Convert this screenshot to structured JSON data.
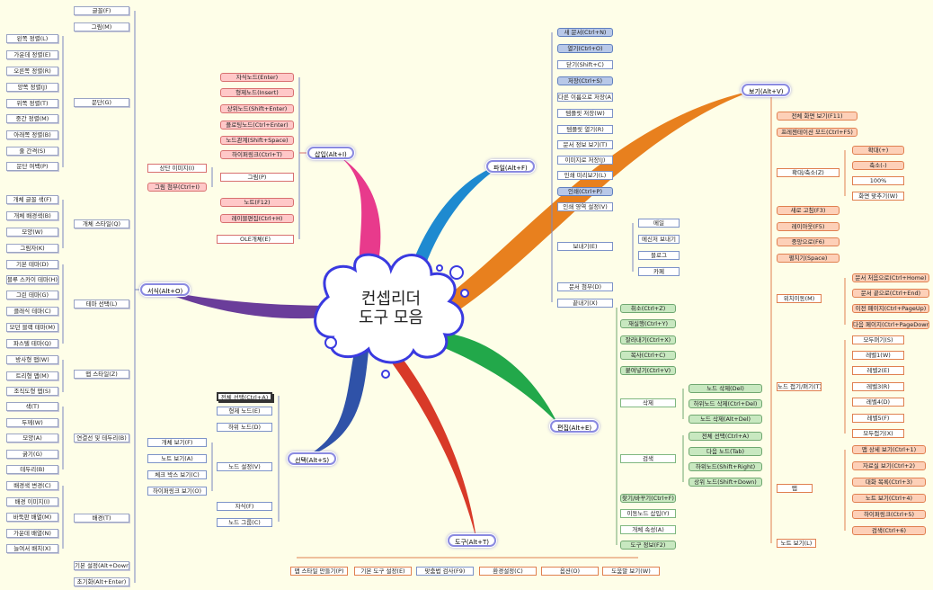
{
  "center": {
    "line1": "컨셉리더",
    "line2": "도구 모음"
  },
  "categories": {
    "insert": "삽입(Alt+I)",
    "file": "파일(Alt+F)",
    "view": "보기(Alt+V)",
    "format": "서식(Alt+O)",
    "edit": "편집(Alt+E)",
    "select": "선택(Alt+S)",
    "tools": "도구(Alt+T)"
  },
  "insert_items": [
    "자식노드(Enter)",
    "형제노드(Insert)",
    "상위노드(Shift+Enter)",
    "플로팅노드(Ctrl+Enter)",
    "노드관계(Shift+Space)",
    "하이퍼링크(Ctrl+T)",
    "그림(P)",
    "노트(F12)",
    "레이블편집(Ctrl+H)",
    "OLE개체(E)"
  ],
  "insert_pic_children": [
    "상단 이미지(I)",
    "그림 첨부(Ctrl+I)"
  ],
  "file_items": [
    "새 문서(Ctrl+N)",
    "열기(Ctrl+O)",
    "닫기(Shift+C)",
    "저장(Ctrl+S)",
    "다른 이름으로 저장(A)",
    "템플릿 저장(W)",
    "템플릿 열기(R)",
    "문서 정보 보기(T)",
    "이미지로 저장(J)",
    "인쇄 미리보기(L)",
    "인쇄(Ctrl+P)",
    "인쇄 영역 설정(V)",
    "보내기(E)",
    "문서 첨부(D)",
    "끝내기(X)"
  ],
  "file_send_children": [
    "메일",
    "메신저 보내기",
    "블로그",
    "카페"
  ],
  "view_items": [
    "전체 화면 보기(F11)",
    "프레젠테이션 모드(Ctrl+F5)",
    "확대/축소(Z)",
    "새로 고침(F3)",
    "레이아웃(F5)",
    "중앙으로(F6)",
    "펼치기(Space)",
    "위치이동(M)",
    "노드 접기/펴기(T)",
    "탭",
    "노트 보기(L)"
  ],
  "view_zoom_children": [
    "확대(+)",
    "축소(-)",
    "100%",
    "화면 맞추기(W)"
  ],
  "view_move_children": [
    "문서 처음으로(Ctrl+Home)",
    "문서 끝으로(Ctrl+End)",
    "이전 페이지(Ctrl+PageUp)",
    "다음 페이지(Ctrl+PageDown)"
  ],
  "view_fold_children": [
    "모두펴기(S)",
    "레벨1(W)",
    "레벨2(E)",
    "레벨3(R)",
    "레벨4(D)",
    "레벨5(F)",
    "모두접기(X)"
  ],
  "view_tab_children": [
    "맵 상세 보기(Ctrl+1)",
    "자료실 보기(Ctrl+2)",
    "대화 목록(Ctrl+3)",
    "노트 보기(Ctrl+4)",
    "하이퍼링크(Ctrl+5)",
    "검색(Ctrl+6)"
  ],
  "format_left_top": [
    "글꼴(F)",
    "그림(M)"
  ],
  "format_groups": [
    "문단(G)",
    "개체 스타일(Q)",
    "테마 선택(L)",
    "맵 스타일(Z)",
    "연결선 및 테두리(B)",
    "배경(T)",
    "기본 설정(Alt+Down)",
    "초기화(Alt+Enter)"
  ],
  "format_para": [
    "왼쪽 정렬(L)",
    "가운데 정렬(E)",
    "오른쪽 정렬(R)",
    "양쪽 정렬(J)",
    "위쪽 정렬(T)",
    "중간 정렬(M)",
    "아래쪽 정렬(B)",
    "줄 간격(S)",
    "문단 여백(P)"
  ],
  "format_objstyle": [
    "개체 글꼴 색(F)",
    "개체 배경색(B)",
    "모양(W)",
    "그림자(K)"
  ],
  "format_theme": [
    "기본 테마(D)",
    "블루 스카이 테마(H)",
    "그린 테마(G)",
    "클래식 테마(C)",
    "모던 블랙 테마(M)",
    "파스텔 테마(Q)"
  ],
  "format_mapstyle": [
    "방사형 맵(W)",
    "트리형 맵(M)",
    "조직도형 맵(S)"
  ],
  "format_lines": [
    "색(T)",
    "두께(W)",
    "모양(A)",
    "굵기(G)",
    "테두리(B)"
  ],
  "format_bg": [
    "배경색 변경(C)",
    "배경 이미지(I)",
    "바둑판 배열(M)",
    "가운데 배열(N)",
    "늘여서 배치(X)"
  ],
  "edit_items": [
    "취소(Ctrl+Z)",
    "재실행(Ctrl+Y)",
    "잘라내기(Ctrl+X)",
    "복사(Ctrl+C)",
    "붙여넣기(Ctrl+V)",
    "삭제",
    "검색",
    "찾기/바꾸기(Ctrl+F)",
    "이동노드 삽입(Y)",
    "개체 속성(A)",
    "도구 정보(F2)"
  ],
  "edit_delete_children": [
    "노드 삭제(Del)",
    "하위노드 삭제(Ctrl+Del)",
    "노드 삭제(Alt+Del)"
  ],
  "edit_search_children": [
    "전체 선택(Ctrl+A)",
    "다음 노드(Tab)",
    "하위노드(Shift+Right)",
    "상위 노드(Shift+Down)"
  ],
  "select_items": [
    "전체 선택(Ctrl+A)",
    "형제 노드(E)",
    "하위 노드(D)",
    "노드 설정(V)",
    "자식(F)",
    "노드 그룹(C)"
  ],
  "select_set_children": [
    "개체 보기(F)",
    "노트 보기(A)",
    "체크 박스 보기(C)",
    "하이퍼링크 보기(O)"
  ],
  "tools_items": [
    "맵 스타일 만들기(P)",
    "기본 도구 설정(E)",
    "맞춤법 검사(F9)",
    "환경설정(C)",
    "옵션(O)",
    "도움말 보기(W)"
  ],
  "colors": {
    "insert": "#e83a8c",
    "file": "#1e8ad0",
    "view": "#e8801e",
    "format": "#6a3d9a",
    "edit": "#22a84a",
    "select": "#2f52a8",
    "tools": "#d83a28"
  }
}
